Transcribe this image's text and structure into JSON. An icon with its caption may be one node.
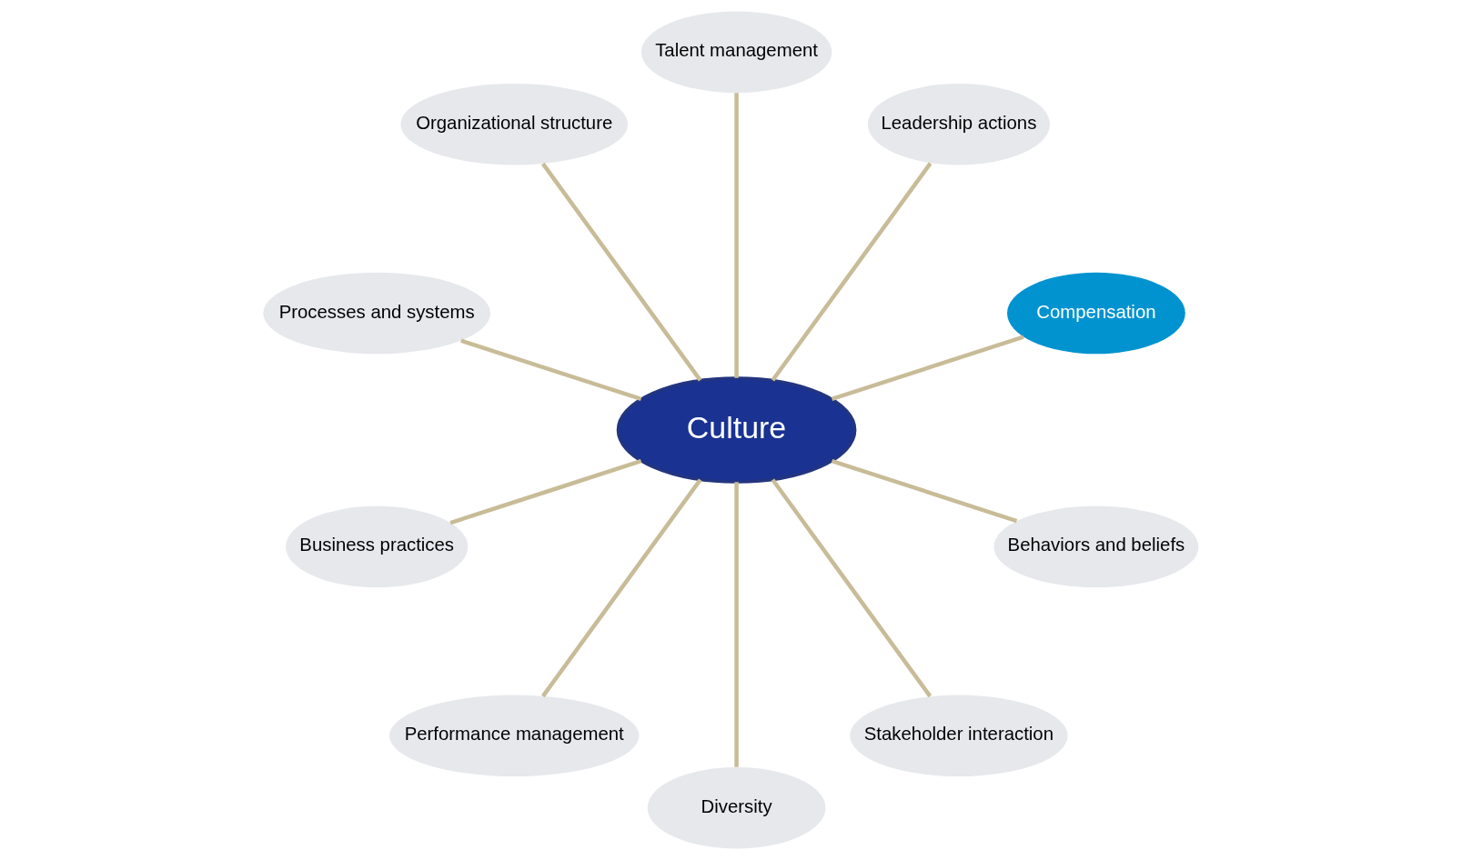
{
  "diagram": {
    "nodes": [
      {
        "text": [
          "Culture"
        ]
      },
      {
        "text": [
          "Compensation"
        ]
      },
      {
        "text": [
          "Leadership actions"
        ]
      },
      {
        "text": [
          "Talent management"
        ]
      },
      {
        "text": [
          "Organizational structure"
        ]
      },
      {
        "text": [
          "Processes and systems"
        ]
      },
      {
        "text": [
          "Business practices"
        ]
      },
      {
        "text": [
          "Performance management"
        ]
      },
      {
        "text": [
          "Diversity"
        ]
      },
      {
        "text": [
          "Stakeholder interaction"
        ]
      },
      {
        "text": [
          "Behaviors and beliefs"
        ]
      }
    ],
    "edges": [
      {
        "from": 0,
        "to": 1,
        "arrow": "none"
      },
      {
        "from": 0,
        "to": 2,
        "arrow": "none"
      },
      {
        "from": 0,
        "to": 3,
        "arrow": "none"
      },
      {
        "from": 0,
        "to": 4,
        "arrow": "none"
      },
      {
        "from": 0,
        "to": 5,
        "arrow": "none"
      },
      {
        "from": 0,
        "to": 6,
        "arrow": "none"
      },
      {
        "from": 0,
        "to": 7,
        "arrow": "none"
      },
      {
        "from": 0,
        "to": 8,
        "arrow": "none"
      },
      {
        "from": 0,
        "to": 9,
        "arrow": "none"
      },
      {
        "from": 0,
        "to": 10,
        "arrow": "none"
      }
    ]
  }
}
